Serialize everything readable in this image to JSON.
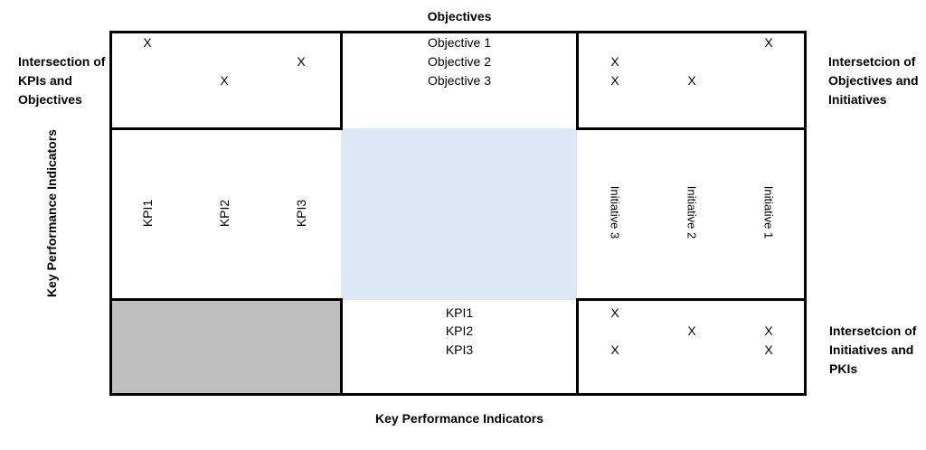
{
  "titles": {
    "top": "Objectives",
    "bottom": "Key Performance Indicators"
  },
  "labels": {
    "left_block": [
      "Intersection of",
      "KPIs and",
      "Objectives"
    ],
    "left_rotated": "Key Performance Indicators",
    "right_top_block": [
      "Intersetcion of",
      "Objectives and",
      "Initiatives"
    ],
    "right_bottom_block": [
      "Intersetcion of",
      "Initiatives and",
      "PKIs"
    ]
  },
  "objectives": [
    "Objective 1",
    "Objective 2",
    "Objective 3"
  ],
  "kpis_rotated": [
    "KPI1",
    "KPI2",
    "KPI3"
  ],
  "kpis_list": [
    "KPI1",
    "KPI2",
    "KPI3"
  ],
  "initiatives_rotated": [
    "Initiative 3",
    "Initiative 2",
    "Initiative 1"
  ],
  "mark": "X",
  "colors": {
    "center_fill": "#dce8f6",
    "corner_fill": "#bfbfbf",
    "border": "#000000"
  },
  "matrices": {
    "kpi_objectives": {
      "rows": [
        "Objective 1",
        "Objective 2",
        "Objective 3"
      ],
      "cols": [
        "KPI1",
        "KPI2",
        "KPI3"
      ],
      "cells": [
        [
          1,
          0,
          0
        ],
        [
          0,
          0,
          1
        ],
        [
          0,
          1,
          0
        ]
      ]
    },
    "objectives_initiatives": {
      "rows": [
        "Objective 1",
        "Objective 2",
        "Objective 3"
      ],
      "cols": [
        "Initiative 3",
        "Initiative 2",
        "Initiative 1"
      ],
      "cells": [
        [
          0,
          0,
          1
        ],
        [
          1,
          0,
          0
        ],
        [
          1,
          1,
          0
        ]
      ]
    },
    "initiatives_kpis": {
      "rows": [
        "KPI1",
        "KPI2",
        "KPI3"
      ],
      "cols": [
        "Initiative 3",
        "Initiative 2",
        "Initiative 1"
      ],
      "cells": [
        [
          1,
          0,
          0
        ],
        [
          0,
          1,
          1
        ],
        [
          1,
          0,
          1
        ]
      ]
    }
  }
}
